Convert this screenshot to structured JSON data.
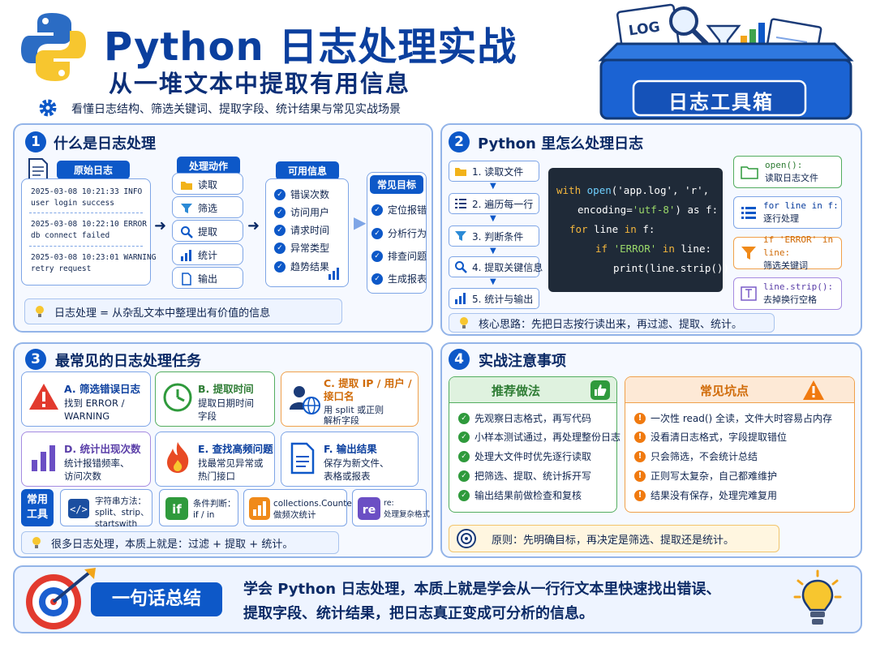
{
  "header": {
    "title": "Python 日志处理实战",
    "subtitle": "从一堆文本中提取有用信息",
    "tagline": "看懂日志结构、筛选关键词、提取字段、统计结果与常见实战场景",
    "toolbox_label": "日志工具箱",
    "toolbox_doc_label": "LOG"
  },
  "sec1": {
    "num": "1",
    "title": "什么是日志处理",
    "raw_label": "原始日志",
    "logs": [
      {
        "line1": "2025-03-08 10:21:33 INFO",
        "line2": "user login success"
      },
      {
        "line1": "2025-03-08 10:22:10 ERROR",
        "line2": "db connect failed"
      },
      {
        "line1": "2025-03-08 10:23:01 WARNING",
        "line2": "retry request"
      }
    ],
    "actions_label": "处理动作",
    "actions": [
      "读取",
      "筛选",
      "提取",
      "统计",
      "输出"
    ],
    "info_label": "可用信息",
    "info": [
      "错误次数",
      "访问用户",
      "请求时间",
      "异常类型",
      "趋势结果"
    ],
    "goals_label": "常见目标",
    "goals": [
      "定位报错",
      "分析行为",
      "排查问题",
      "生成报表"
    ],
    "note": "日志处理 = 从杂乱文本中整理出有价值的信息"
  },
  "sec2": {
    "num": "2",
    "title": "Python 里怎么处理日志",
    "steps": [
      "1. 读取文件",
      "2. 遍历每一行",
      "3. 判断条件",
      "4. 提取关键信息",
      "5. 统计与输出"
    ],
    "code": {
      "l1a": "with ",
      "l1b": "open",
      "l1c": "('app.log', 'r',",
      "l2a": "encoding=",
      "l2b": "'utf-8'",
      "l2c": ") as f:",
      "l3a": "for ",
      "l3b": "line ",
      "l3c": "in ",
      "l3d": "f:",
      "l4a": "if ",
      "l4b": "'ERROR' ",
      "l4c": "in ",
      "l4d": "line:",
      "l5": "print(line.strip())"
    },
    "refs": [
      {
        "code": "open():",
        "desc": "读取日志文件"
      },
      {
        "code": "for line in f:",
        "desc": "逐行处理"
      },
      {
        "code": "if 'ERROR' in line:",
        "desc": "筛选关键词"
      },
      {
        "code": "line.strip():",
        "desc": "去掉换行空格"
      }
    ],
    "note": "核心思路：先把日志按行读出来，再过滤、提取、统计。"
  },
  "sec3": {
    "num": "3",
    "title": "最常见的日志处理任务",
    "tasks": [
      {
        "head": "A. 筛选错误日志",
        "l1": "找到 ERROR /",
        "l2": "WARNING"
      },
      {
        "head": "B. 提取时间",
        "l1": "提取日期时间",
        "l2": "字段"
      },
      {
        "head": "C. 提取 IP / 用户 /",
        "head2": "接口名",
        "l1": "用 split 或正则",
        "l2": "解析字段"
      },
      {
        "head": "D. 统计出现次数",
        "l1": "统计报错频率、",
        "l2": "访问次数"
      },
      {
        "head": "E. 查找高频问题",
        "l1": "找最常见异常或",
        "l2": "热门接口"
      },
      {
        "head": "F. 输出结果",
        "l1": "保存为新文件、",
        "l2": "表格或报表"
      }
    ],
    "tools_label1": "常用",
    "tools_label2": "工具",
    "tools": [
      {
        "l1": "字符串方法：",
        "l2": "split、strip、",
        "l3": "startswith"
      },
      {
        "l1": "条件判断：",
        "l2": "if / in"
      },
      {
        "l1": "collections.Counter:",
        "l2": "做频次统计"
      },
      {
        "l1": "re:",
        "l2": "处理复杂格式"
      }
    ],
    "note": "很多日志处理，本质上就是：过滤 + 提取 + 统计。"
  },
  "sec4": {
    "num": "4",
    "title": "实战注意事项",
    "good_label": "推荐做法",
    "good": [
      "先观察日志格式，再写代码",
      "小样本测试通过，再处理整份日志",
      "处理大文件时优先逐行读取",
      "把筛选、提取、统计拆开写",
      "输出结果前做检查和复核"
    ],
    "bad_label": "常见坑点",
    "bad": [
      "一次性 read() 全读，文件大时容易占内存",
      "没看清日志格式，字段提取错位",
      "只会筛选，不会统计总结",
      "正则写太复杂，自己都难维护",
      "结果没有保存，处理完难复用"
    ],
    "principle": "原则：先明确目标，再决定是筛选、提取还是统计。"
  },
  "summary": {
    "label": "一句话总结",
    "line1": "学会 Python 日志处理，本质上就是学会从一行行文本里快速找出错误、",
    "line2": "提取字段、统计结果，把日志真正变成可分析的信息。"
  }
}
